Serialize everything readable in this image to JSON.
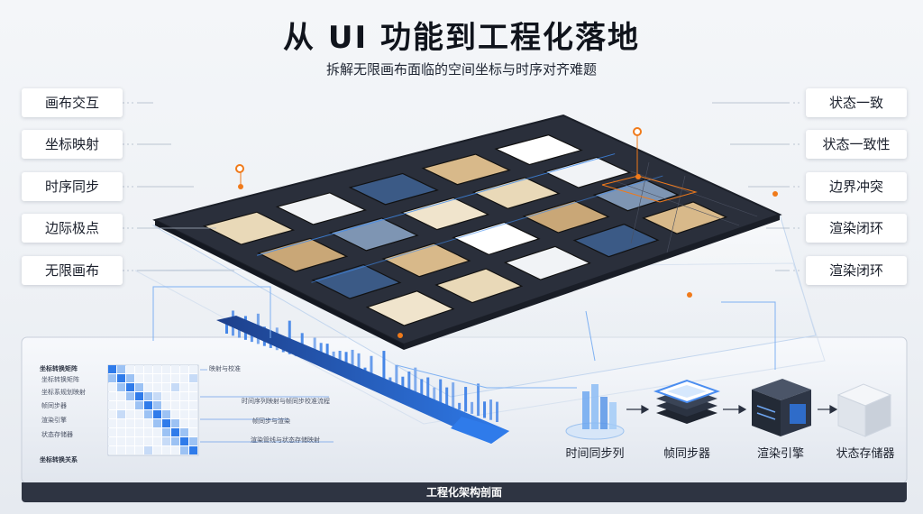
{
  "header": {
    "title": "从 UI 功能到工程化落地",
    "subtitle": "拆解无限画布面临的空间坐标与时序对齐难题"
  },
  "left_tags": [
    "画布交互",
    "坐标映射",
    "时序同步",
    "边际极点",
    "无限画布"
  ],
  "right_tags": [
    "状态一致",
    "状态一致性",
    "边界冲突",
    "渲染闭环",
    "渲染闭环"
  ],
  "pipeline": [
    {
      "label": "时间同步列",
      "icon": "stacked-bars-icon"
    },
    {
      "label": "帧同步器",
      "icon": "layered-chip-icon"
    },
    {
      "label": "渲染引擎",
      "icon": "server-box-icon"
    },
    {
      "label": "状态存储器",
      "icon": "storage-cube-icon"
    }
  ],
  "matrix": {
    "title": "坐标转换矩阵",
    "row_labels": [
      "坐标转换矩阵",
      "坐标系规划映射",
      "帧同步器",
      "渲染引擎",
      "状态存储器"
    ],
    "bottom_label": "坐标转换关系",
    "annotations": [
      "映射与校准",
      "时间序列映射与帧同步校准流程",
      "帧同步与渲染",
      "渲染管线与状态存储映射"
    ]
  },
  "footer": {
    "label": "工程化架构剖面"
  },
  "colors": {
    "accent_blue": "#2f7bea",
    "accent_orange": "#f07a1a",
    "canvas_dark": "#2a2f3b",
    "footer_dark": "#2e3442"
  }
}
